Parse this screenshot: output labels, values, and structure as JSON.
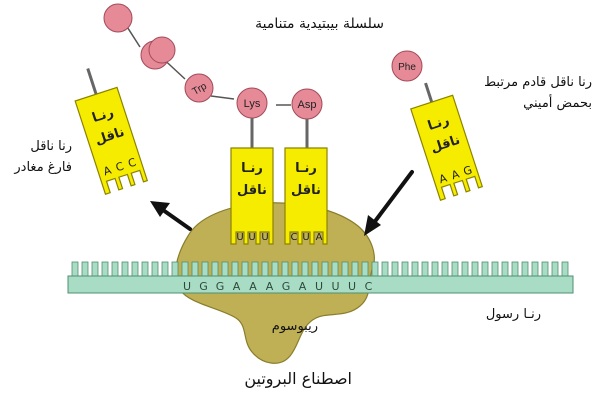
{
  "title": "اصطناع البروتين",
  "labels": {
    "polypeptide": "سلسلة بيبتيدية متنامية",
    "incoming_trna_line1": "رنا ناقل قادم مرتبط",
    "incoming_trna_line2": "بحمض أميني",
    "outgoing_trna_line1": "رنا ناقل",
    "outgoing_trna_line2": "فارغ مغادر",
    "mrna": "رنـا رسول",
    "ribosome": "ريبوسوم"
  },
  "amino_acids": {
    "trp": "Trp",
    "lys": "Lys",
    "asp": "Asp",
    "phe": "Phe"
  },
  "trna": {
    "label_line1": "رنـا",
    "label_line2": "ناقل",
    "left_anticodon": [
      "A",
      "C",
      "C"
    ],
    "p_site_anticodon": [
      "U",
      "U",
      "U"
    ],
    "a_site_anticodon": [
      "C",
      "U",
      "A"
    ],
    "incoming_anticodon": [
      "A",
      "A",
      "G"
    ]
  },
  "mrna_sequence": [
    "U",
    "G",
    "G",
    "A",
    "A",
    "A",
    "G",
    "A",
    "U",
    "U",
    "U",
    "C"
  ],
  "colors": {
    "ribosome": "#bfb055",
    "ribosome_stroke": "#8a7d2c",
    "mrna": "#a9dcc4",
    "mrna_stroke": "#4f8f70",
    "trna": "#f5ec00",
    "trna_stroke": "#8c8300",
    "bead": "#e68a98",
    "bead_stroke": "#a24a58",
    "arrow": "#111111"
  }
}
